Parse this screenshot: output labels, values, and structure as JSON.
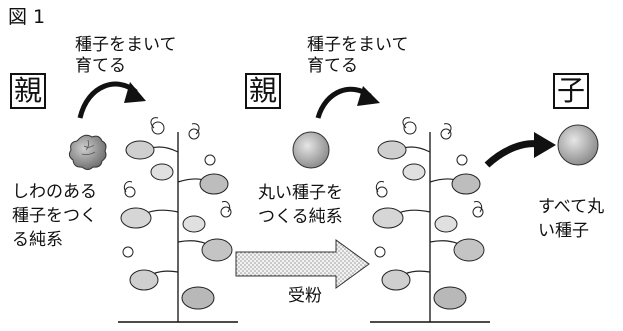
{
  "figure_label": "図 1",
  "parent_left": {
    "box_label": "親",
    "instruction": "種子をまいて\n育てる",
    "seed_caption": "しわのある\n種子をつく\nる純系"
  },
  "parent_right": {
    "box_label": "親",
    "instruction": "種子をまいて\n育てる",
    "seed_caption": "丸い種子を\nつくる純系"
  },
  "pollination_label": "受粉",
  "child": {
    "box_label": "子",
    "seed_caption": "すべて丸\nい種子"
  }
}
